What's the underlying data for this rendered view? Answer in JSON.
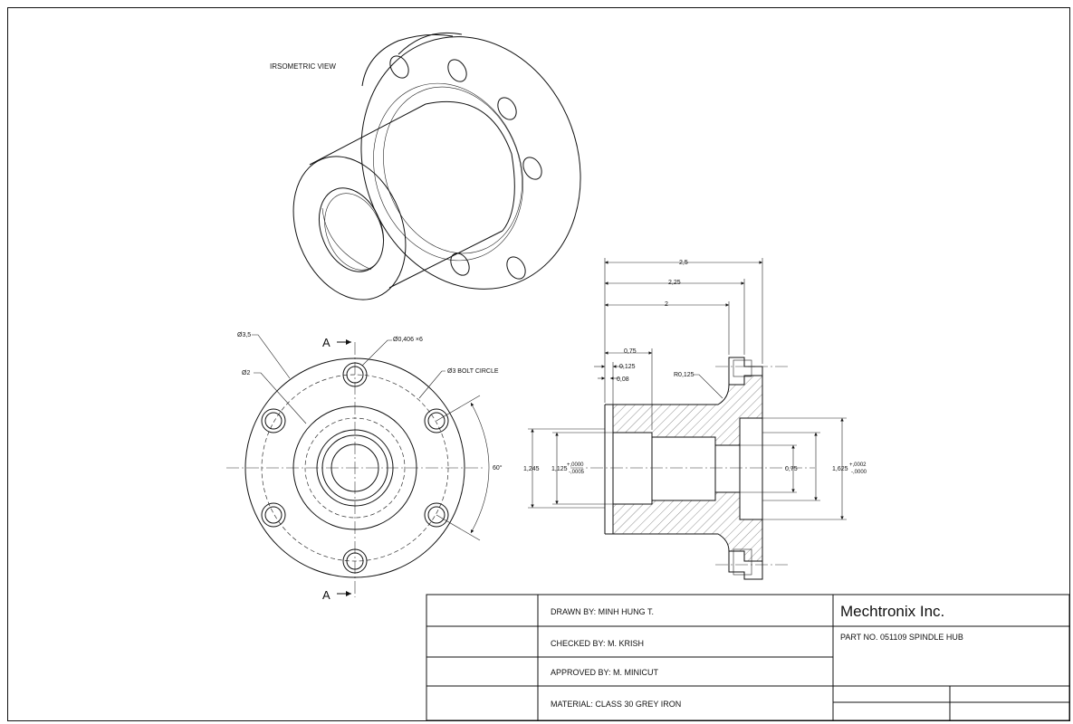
{
  "drawing": {
    "iso_label": "IRSOMETRIC VIEW",
    "section_label": "A",
    "front_view_dims": {
      "outer_dia": "Ø3,5",
      "inner_dia": "Ø2",
      "holes": "Ø0,406 ×6",
      "bolt_circle": "Ø3 BOLT CIRCLE",
      "angle": "60°"
    },
    "section_view_dims": {
      "length_total": "2,5",
      "length_2": "2,25",
      "length_3": "2",
      "length_4": "0,75",
      "chamfer_a": "0,125",
      "chamfer_b": "0,08",
      "fillet": "R0,125",
      "dia_left": "1,245",
      "bore_left": "1,125",
      "bore_left_tol_upper": "+,0000",
      "bore_left_tol_lower": "-,0005",
      "bore_mid": "0,75",
      "bore_right": "1,625",
      "bore_right_tol_upper": "+,0002",
      "bore_right_tol_lower": "-,0000"
    }
  },
  "title_block": {
    "drawn_by": "DRAWN BY: MINH HUNG T.",
    "checked_by": "CHECKED BY: M. KRISH",
    "approved_by": "APPROVED BY: M. MINICUT",
    "material": "MATERIAL:  CLASS 30 GREY IRON",
    "company": "Mechtronix Inc.",
    "part_no": "PART NO. 051109 SPINDLE HUB"
  }
}
